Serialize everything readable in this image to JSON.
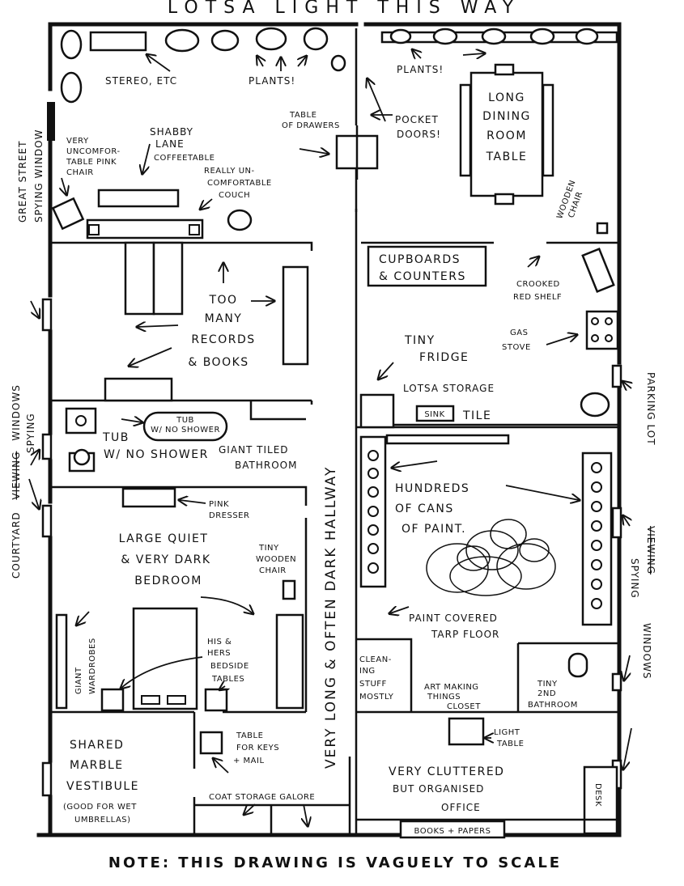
{
  "title": "LOTSA LIGHT THIS WAY",
  "footer_note": "NOTE: THIS DRAWING IS VAGUELY TO SCALE",
  "side_labels": {
    "left_top": [
      "GREAT STREET",
      "SPYING WINDOW"
    ],
    "left_mid_line1": "COURTYARD",
    "left_mid_struck": "VIEWING",
    "left_mid_line1b": "WINDOWS",
    "left_mid_line2": "SPYING",
    "right_line1": "PARKING LOT",
    "right_struck": "VIEWING",
    "right_line2": "SPYING",
    "right_line3": "WINDOWS"
  },
  "hallway": "VERY LONG & OFTEN DARK HALLWAY",
  "living_room": {
    "stereo": "STEREO, ETC",
    "plants": "PLANTS!",
    "pink_chair": [
      "VERY",
      "UNCOMFOR-",
      "TABLE PINK",
      "CHAIR"
    ],
    "coffee_table": [
      "SHABBY",
      "LANE",
      "COFFEETABLE"
    ],
    "couch": [
      "REALLY UN-",
      "COMFORTABLE",
      "COUCH"
    ],
    "drawers": [
      "TABLE",
      "OF DRAWERS"
    ],
    "pocket_doors": [
      "POCKET",
      "DOORS!"
    ]
  },
  "dining": {
    "plants": "PLANTS!",
    "table": [
      "LONG",
      "DINING",
      "ROOM",
      "TABLE"
    ],
    "chair": [
      "WOODEN",
      "CHAIR"
    ]
  },
  "records_room": [
    "TOO",
    "MANY",
    "RECORDS",
    "& BOOKS"
  ],
  "kitchen": {
    "cupboards": [
      "CUPBOARDS",
      "& COUNTERS"
    ],
    "shelf": [
      "CROOKED",
      "RED SHELF"
    ],
    "stove": [
      "GAS",
      "STOVE"
    ],
    "fridge": [
      "TINY",
      "FRIDGE"
    ],
    "storage": "LOTSA STORAGE",
    "sink": "SINK",
    "tile": "TILE"
  },
  "bathroom": {
    "tub_inner": [
      "TUB",
      "W/ NO SHOWER"
    ],
    "tub": [
      "TUB",
      "W/ NO SHOWER"
    ],
    "name": [
      "GIANT TILED",
      "BATHROOM"
    ]
  },
  "bedroom": {
    "dresser": [
      "PINK",
      "DRESSER"
    ],
    "name": [
      "LARGE QUIET",
      "& VERY DARK",
      "BEDROOM"
    ],
    "chair": [
      "TINY",
      "WOODEN",
      "CHAIR"
    ],
    "wardrobes": [
      "GIANT",
      "WARDROBES"
    ],
    "tables": [
      "HIS &",
      "HERS",
      "BEDSIDE",
      "TABLES"
    ]
  },
  "studio": {
    "paint": [
      "HUNDREDS",
      "OF CANS",
      "OF PAINT."
    ],
    "tarp": [
      "PAINT COVERED",
      "TARP FLOOR"
    ],
    "cleaning": [
      "CLEAN-",
      "ING",
      "STUFF",
      "MOSTLY"
    ],
    "art": [
      "ART MAKING",
      "THINGS",
      "CLOSET"
    ],
    "bath2": [
      "TINY",
      "2ND",
      "BATHROOM"
    ]
  },
  "vestibule": {
    "name": [
      "SHARED",
      "MARBLE",
      "VESTIBULE"
    ],
    "note": [
      "(GOOD FOR WET",
      "UMBRELLAS)"
    ],
    "table": [
      "TABLE",
      "FOR KEYS",
      "+ MAIL"
    ],
    "coats": "COAT STORAGE GALORE"
  },
  "office": {
    "light_table": [
      "LIGHT",
      "TABLE"
    ],
    "name": [
      "VERY CLUTTERED",
      "BUT ORGANISED",
      "OFFICE"
    ],
    "desk": "DESK",
    "books": "BOOKS + PAPERS"
  }
}
